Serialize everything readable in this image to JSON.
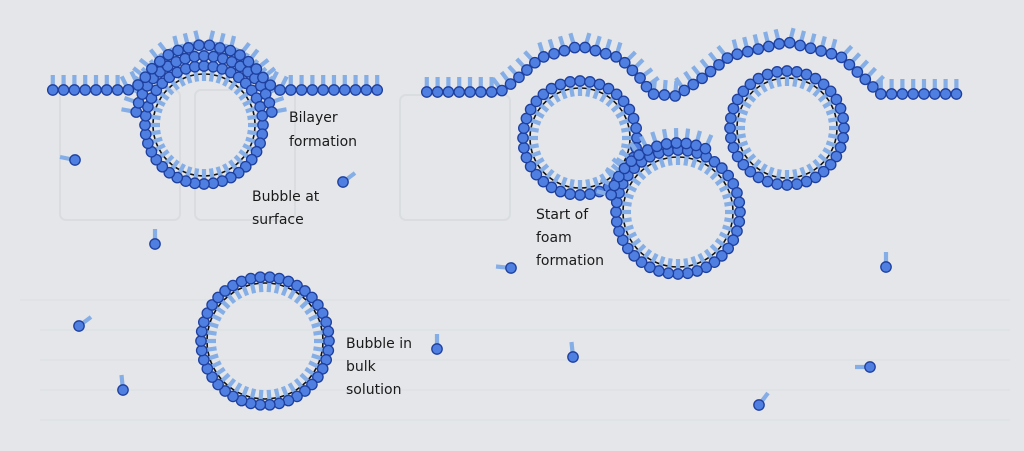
{
  "labels": {
    "bilayer": [
      "Bilayer",
      "formation"
    ],
    "surface_bubble": [
      "Bubble at",
      "surface"
    ],
    "foam": [
      "Start of",
      "foam",
      "formation"
    ],
    "bulk_bubble": [
      "Bubble in",
      "bulk",
      "solution"
    ]
  },
  "colors": {
    "background": "#e4e6e9",
    "head": "#4f7fe0",
    "head_outline": "#1e3f9e",
    "tail": "#86aee6",
    "gas_interface": "#111111"
  }
}
